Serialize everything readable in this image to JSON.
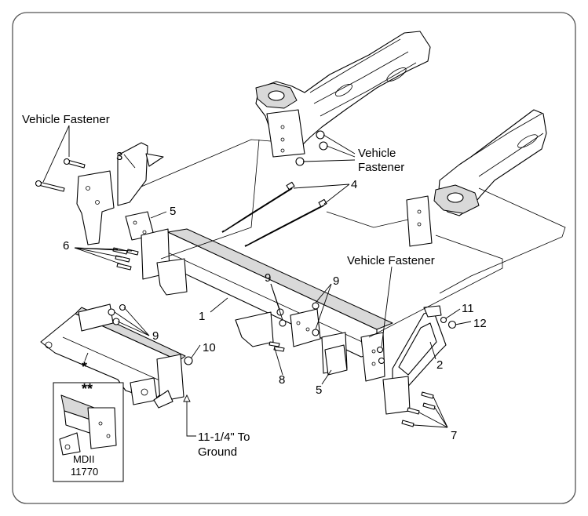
{
  "labels": {
    "vehicle_fastener_left": "Vehicle Fastener",
    "vehicle_fastener_top_line1": "Vehicle",
    "vehicle_fastener_top_line2": "Fastener",
    "vehicle_fastener_right": "Vehicle Fastener",
    "ground_line1": "11-1/4\" To",
    "ground_line2": "Ground",
    "star_single": "*",
    "star_double": "**",
    "inset_model": "MDII",
    "inset_number": "11770"
  },
  "callouts": [
    {
      "id": "c1",
      "text": "1"
    },
    {
      "id": "c2",
      "text": "2"
    },
    {
      "id": "c3",
      "text": "3"
    },
    {
      "id": "c4",
      "text": "4"
    },
    {
      "id": "c5a",
      "text": "5"
    },
    {
      "id": "c5b",
      "text": "5"
    },
    {
      "id": "c6",
      "text": "6"
    },
    {
      "id": "c7",
      "text": "7"
    },
    {
      "id": "c8",
      "text": "8"
    },
    {
      "id": "c9a",
      "text": "9"
    },
    {
      "id": "c9b",
      "text": "9"
    },
    {
      "id": "c9c",
      "text": "9"
    },
    {
      "id": "c10",
      "text": "10"
    },
    {
      "id": "c11",
      "text": "11"
    },
    {
      "id": "c12",
      "text": "12"
    }
  ]
}
